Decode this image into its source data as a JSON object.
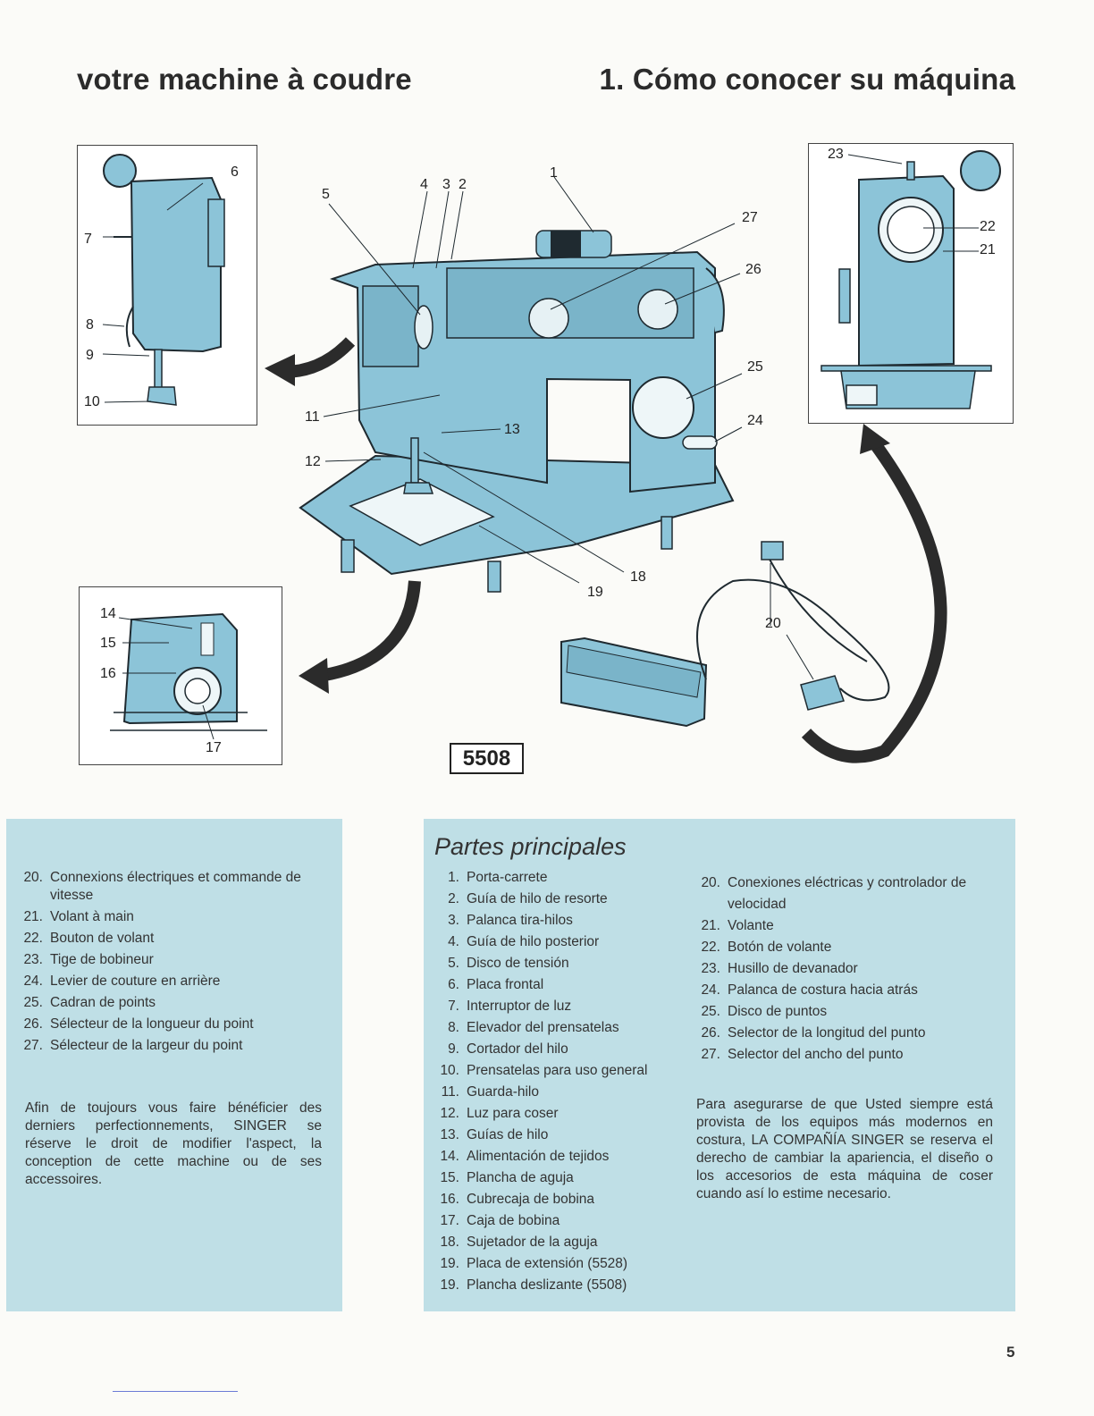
{
  "header": {
    "title_fr": "votre machine à coudre",
    "title_es": "1. Cómo conocer su máquina"
  },
  "figure": {
    "model_label": "5508",
    "machine_color": "#8cc4d8",
    "outline_color": "#1f2a30",
    "arrow_color": "#2b2b2b",
    "callouts": {
      "c1": "1",
      "c2": "2",
      "c3": "3",
      "c4": "4",
      "c5": "5",
      "c6": "6",
      "c7": "7",
      "c8": "8",
      "c9": "9",
      "c10": "10",
      "c11": "11",
      "c12": "12",
      "c13": "13",
      "c14": "14",
      "c15": "15",
      "c16": "16",
      "c17": "17",
      "c18": "18",
      "c19": "19",
      "c20": "20",
      "c21": "21",
      "c22": "22",
      "c23": "23",
      "c24": "24",
      "c25": "25",
      "c26": "26",
      "c27": "27"
    }
  },
  "panel_color": "#bfdfe6",
  "french": {
    "items": [
      {
        "num": "20.",
        "text": "Connexions électriques et commande de vitesse"
      },
      {
        "num": "21.",
        "text": "Volant à main"
      },
      {
        "num": "22.",
        "text": "Bouton de volant"
      },
      {
        "num": "23.",
        "text": "Tige de bobineur"
      },
      {
        "num": "24.",
        "text": "Levier de couture en arrière"
      },
      {
        "num": "25.",
        "text": "Cadran de points"
      },
      {
        "num": "26.",
        "text": "Sélecteur de la longueur du point"
      },
      {
        "num": "27.",
        "text": "Sélecteur de la largeur du point"
      }
    ],
    "note": "Afin de toujours vous faire bénéficier des derniers perfectionnements, SINGER se réserve le droit de modifier l'aspect, la conception de cette machine ou de ses accessoires."
  },
  "spanish": {
    "heading": "Partes principales",
    "items_col1": [
      {
        "num": "1.",
        "text": "Porta-carrete"
      },
      {
        "num": "2.",
        "text": "Guía de hilo de resorte"
      },
      {
        "num": "3.",
        "text": "Palanca tira-hilos"
      },
      {
        "num": "4.",
        "text": "Guía de hilo posterior"
      },
      {
        "num": "5.",
        "text": "Disco de tensión"
      },
      {
        "num": "6.",
        "text": "Placa frontal"
      },
      {
        "num": "7.",
        "text": "Interruptor de luz"
      },
      {
        "num": "8.",
        "text": "Elevador del prensatelas"
      },
      {
        "num": "9.",
        "text": "Cortador del hilo"
      },
      {
        "num": "10.",
        "text": "Prensatelas para uso general"
      },
      {
        "num": "11.",
        "text": "Guarda-hilo"
      },
      {
        "num": "12.",
        "text": "Luz para coser"
      },
      {
        "num": "13.",
        "text": "Guías de hilo"
      },
      {
        "num": "14.",
        "text": "Alimentación de tejidos"
      },
      {
        "num": "15.",
        "text": "Plancha de aguja"
      },
      {
        "num": "16.",
        "text": "Cubrecaja de bobina"
      },
      {
        "num": "17.",
        "text": "Caja de bobina"
      },
      {
        "num": "18.",
        "text": "Sujetador de la aguja"
      },
      {
        "num": "19.",
        "text": "Placa de extensión (5528)"
      },
      {
        "num": "19.",
        "text": "Plancha deslizante (5508)"
      }
    ],
    "items_col2": [
      {
        "num": "20.",
        "text": "Conexiones eléctricas y controlador de velocidad"
      },
      {
        "num": "21.",
        "text": "Volante"
      },
      {
        "num": "22.",
        "text": "Botón de volante"
      },
      {
        "num": "23.",
        "text": "Husillo de devanador"
      },
      {
        "num": "24.",
        "text": "Palanca de costura hacia atrás"
      },
      {
        "num": "25.",
        "text": "Disco de puntos"
      },
      {
        "num": "26.",
        "text": "Selector de la longitud del punto"
      },
      {
        "num": "27.",
        "text": "Selector del ancho del punto"
      }
    ],
    "note": "Para asegurarse de que Usted siempre está provista de los equipos más modernos en costura, LA COMPAÑÍA SINGER se reserva el derecho de cambiar la apariencia, el diseño o los accesorios de esta máquina de coser cuando así lo estime necesario."
  },
  "page_number": "5"
}
